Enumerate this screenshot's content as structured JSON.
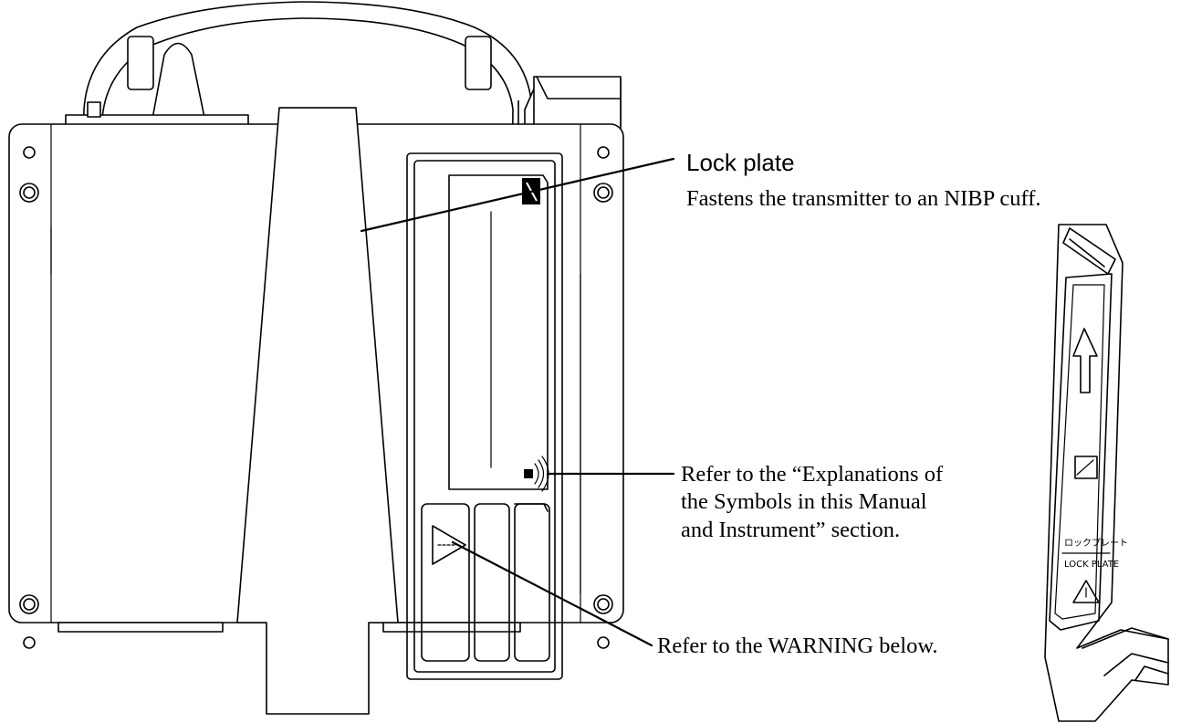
{
  "callouts": {
    "lock_plate": {
      "title": "Lock plate",
      "description": "Fastens the transmitter to an NIBP cuff."
    },
    "symbols": {
      "lines": [
        "Refer to the “Explanations of",
        "the Symbols in this Manual",
        "and Instrument” section."
      ]
    },
    "warning": {
      "text": "Refer to the WARNING below."
    }
  },
  "lock_plate_part": {
    "label_japanese": "ロックプレート",
    "label_english": "LOCK PLATE"
  }
}
